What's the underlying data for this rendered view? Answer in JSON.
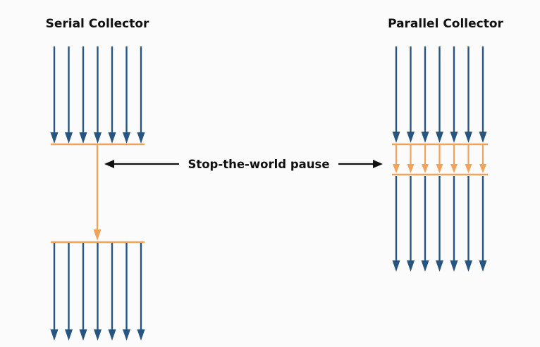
{
  "serial": {
    "title": "Serial Collector"
  },
  "parallel": {
    "title": "Parallel Collector"
  },
  "pause": {
    "label": "Stop-the-world pause"
  },
  "colors": {
    "thread": "#27557f",
    "gc": "#f0a35a",
    "text": "#111111",
    "background": "#fbfbfb"
  },
  "threads": {
    "serial_count": 7,
    "parallel_count": 7,
    "parallel_gc_count": 7
  }
}
